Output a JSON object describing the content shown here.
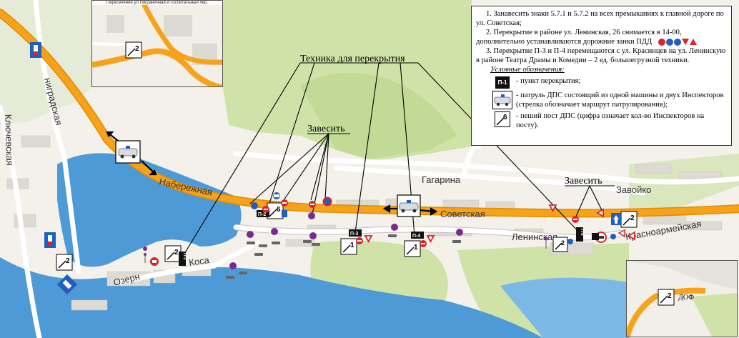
{
  "streets": {
    "leningradskaya": "ниградская",
    "klyuchevskaya": "Ключевская",
    "naberezhnaya": "Набережная",
    "sovetskaya": "Советская",
    "gagarina": "Гагарина",
    "zavoyko": "Завойко",
    "leninskaya": "Ленинская",
    "krasnoarmeyskaya": "Красноармейская",
    "ozernaya": "Озерн",
    "kosa": "Коса"
  },
  "callouts": {
    "equipment": "Техника для перекрытия",
    "hang_left": "Завесить",
    "hang_right": "Завесить"
  },
  "badges": {
    "p1": "П-1",
    "p2": "П-2",
    "p3": "П-3",
    "p4": "П-4"
  },
  "post_counts": {
    "top_inset": "2",
    "left": "2",
    "kosa": "2",
    "naberezhnaya": "6",
    "p3": "1",
    "p4": "1",
    "right": "2",
    "leninskaya_right": "2",
    "bottom_inset": "2",
    "legend": "6"
  },
  "insets": {
    "top_title": "Пересечение ул.Пограничная и Госпитальный пер.",
    "bottom_label": "ДОФ"
  },
  "legend": {
    "item1": "1. Занавесить знаки 5.7.1 и 5.7.2 на всех премыканиях к главной дороге по ул. Советская;",
    "item2": "2. Перекрытие в районе ул. Ленинская, 26 снимается в 14-00, дополнительно устанавливаются дорожние занки ПДД",
    "item3": "3. Перекрытие П-3 и П-4 перемещаются с ул. Красинцев на ул. Ленинскую в районе Театра Драмы и Комедии – 2 ед. большегрузной техники.",
    "title": "Условные обозначения:",
    "entry_point": "- пункт перекрытия;",
    "entry_patrol": "- патруль ДПС состоящий из одной машины и двух Инспекторов (стрелка обозначает маршрут патрулирования);",
    "entry_post": "- пеший пост ДПС (цифра означает кол-во Инспекторов на посту)."
  },
  "colors": {
    "road_main": "#f7a21b",
    "road_edge": "#e08c00",
    "water": "#4e9ad6",
    "water_light": "#7cb8e6",
    "park": "#cfe3a8",
    "park_dark": "#b7d58a",
    "building": "#dcdad3",
    "badge": "#111111",
    "sign_red": "#d7262b",
    "sign_blue": "#1f5fbf",
    "sign_purple": "#7a2a8f"
  }
}
